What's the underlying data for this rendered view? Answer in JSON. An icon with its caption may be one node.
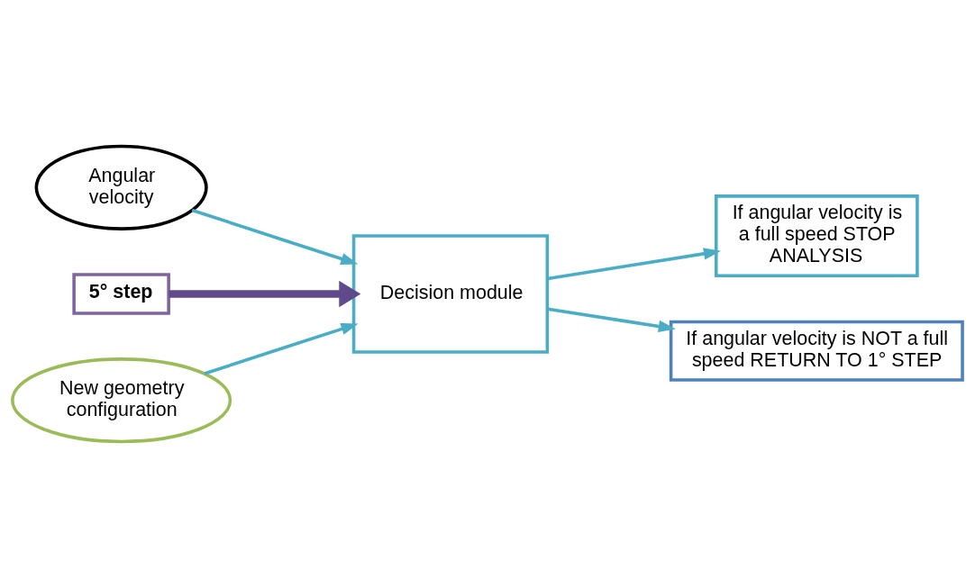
{
  "diagram": {
    "nodes": [
      {
        "text": [
          "Angular velocity"
        ]
      },
      {
        "text": [
          "5° step"
        ]
      },
      {
        "text": [
          "Decision module"
        ]
      },
      {
        "text": [
          "If angular velocity is a full speed STOP ANALYSIS"
        ]
      },
      {
        "text": [
          "If angular velocity is NOT a full speed RETURN TO 1° STEP"
        ]
      },
      {
        "text": [
          "New geometry configuration"
        ]
      }
    ],
    "edges": [
      {
        "from": 0,
        "to": 2,
        "arrow": "to"
      },
      {
        "from": 1,
        "to": 2,
        "arrow": "to",
        "style": "thick",
        "color": "#5f4b8b"
      },
      {
        "from": 5,
        "to": 2,
        "arrow": "to"
      },
      {
        "from": 2,
        "to": 3,
        "arrow": "to"
      },
      {
        "from": 2,
        "to": 4,
        "arrow": "to"
      }
    ]
  }
}
